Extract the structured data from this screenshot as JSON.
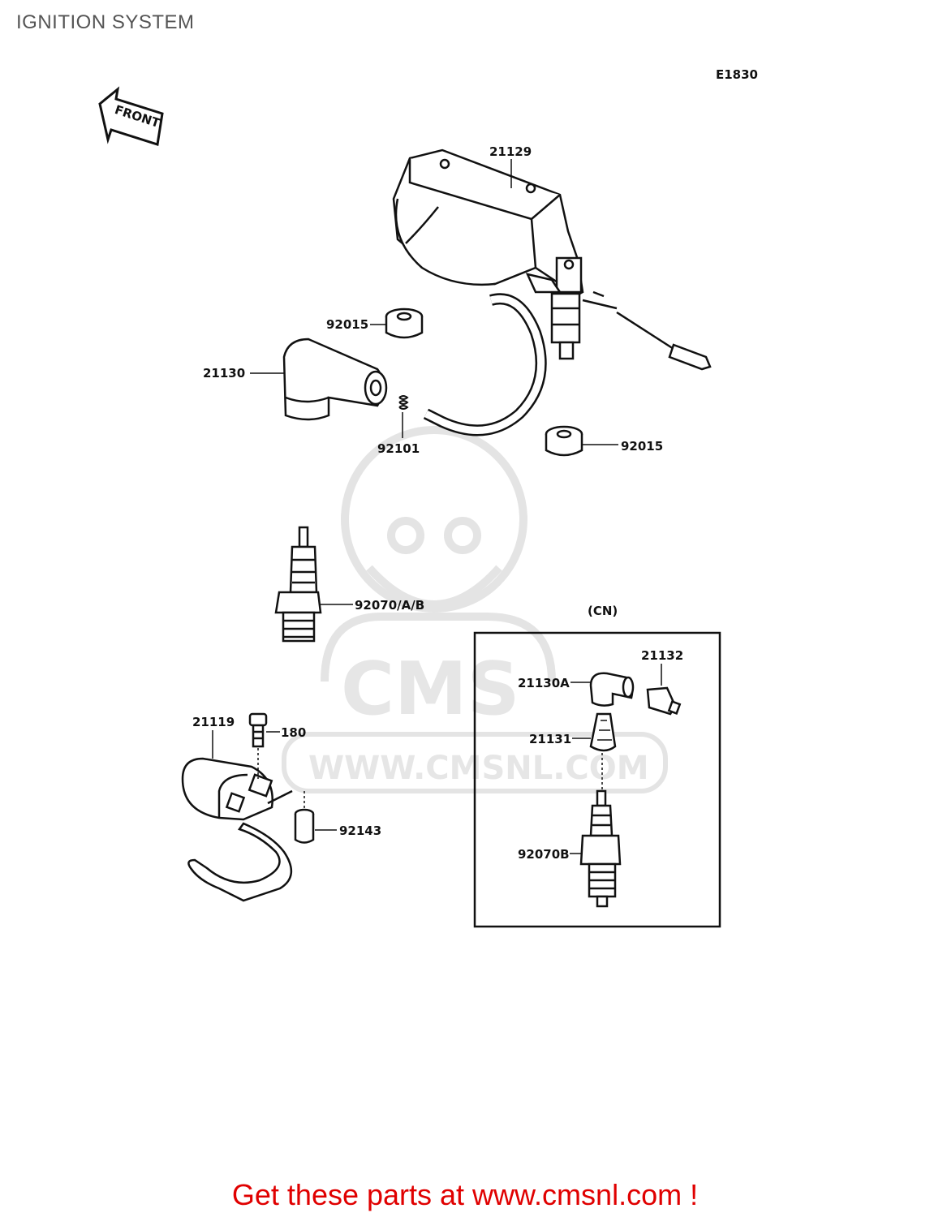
{
  "page": {
    "title": "IGNITION SYSTEM"
  },
  "diagram": {
    "code": "E1830",
    "front_label": "FRONT",
    "cn_label": "(CN)",
    "watermark_url": "WWW.CMSNL.COM",
    "parts": {
      "p21129": "21129",
      "p92015_upper": "92015",
      "p21130": "21130",
      "p92101": "92101",
      "p92015_lower": "92015",
      "p92070": "92070/A/B",
      "p21119": "21119",
      "p180": "180",
      "p92143": "92143",
      "p21132": "21132",
      "p21130A": "21130A",
      "p21131": "21131",
      "p92070B": "92070B"
    },
    "colors": {
      "line": "#111111",
      "watermark": "#e6e6e6",
      "cta": "#e00000"
    }
  },
  "footer": {
    "cta": "Get these parts at www.cmsnl.com !"
  }
}
